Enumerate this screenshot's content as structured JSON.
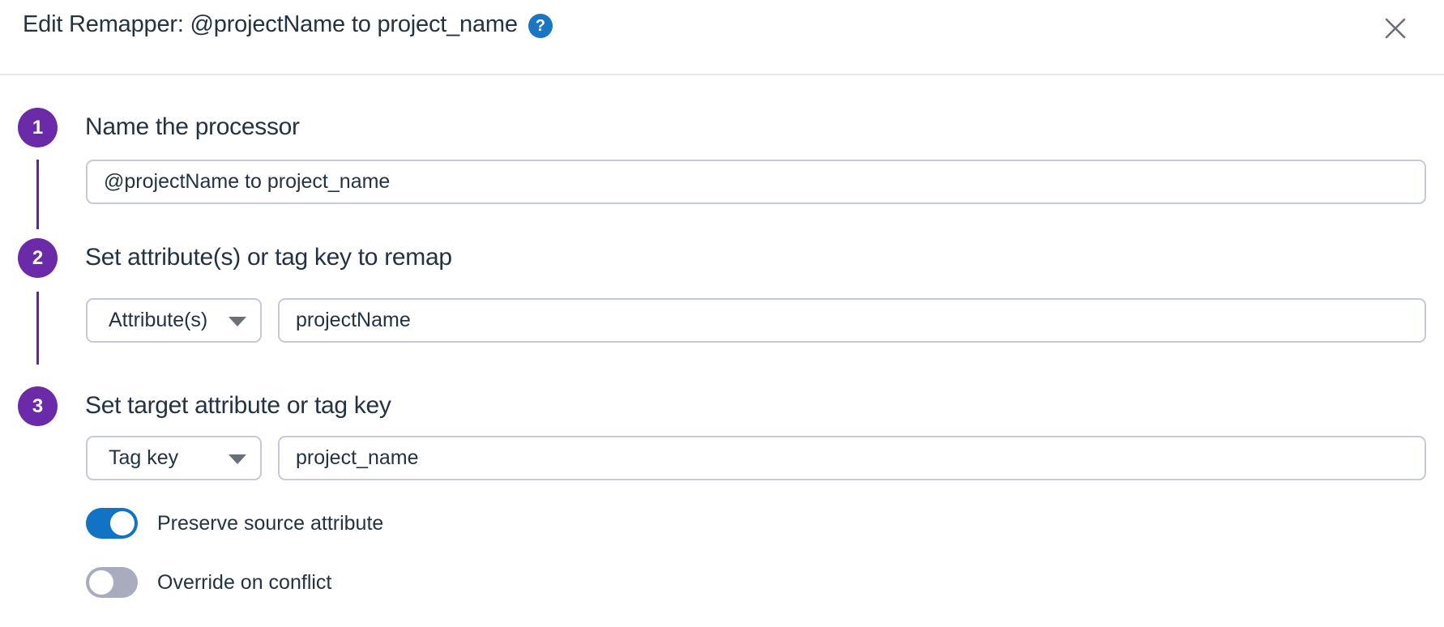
{
  "header": {
    "title": "Edit Remapper: @projectName to project_name",
    "help_icon": "?",
    "close_icon": "x"
  },
  "colors": {
    "step_circle_purple": "#6b2aa8",
    "connector_purple": "#5c25a2",
    "help_icon_blue": "#1a75c2",
    "toggle_on_blue": "#1273c4",
    "toggle_off_gray": "#a9acbe",
    "heading_text": "#243342",
    "input_border": "#c6c9d6"
  },
  "steps": [
    {
      "number": "1",
      "heading": "Name the processor",
      "input_value": "@projectName to project_name"
    },
    {
      "number": "2",
      "heading": "Set attribute(s) or tag key to remap",
      "dropdown_selected": "Attribute(s)",
      "input_value": "projectName"
    },
    {
      "number": "3",
      "heading": "Set target attribute or tag key",
      "dropdown_selected": "Tag key",
      "input_value": "project_name"
    }
  ],
  "toggles": [
    {
      "label": "Preserve source attribute",
      "state": "on"
    },
    {
      "label": "Override on conflict",
      "state": "off"
    }
  ]
}
